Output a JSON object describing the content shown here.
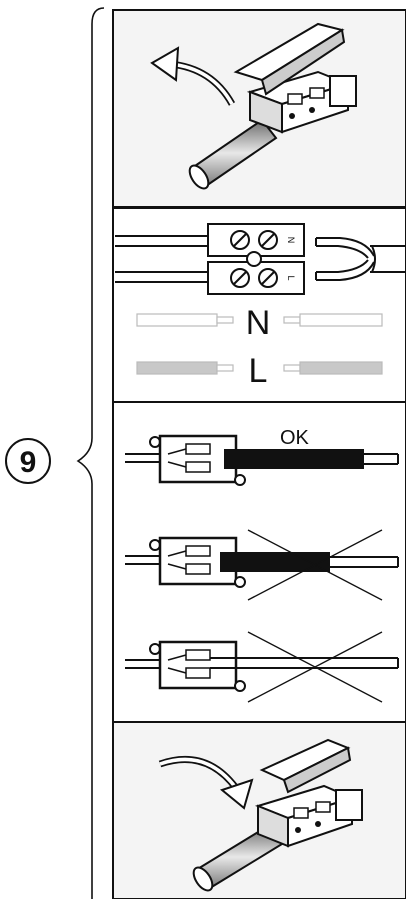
{
  "step": {
    "number": "9"
  },
  "panels": {
    "wiring": {
      "neutral_label": "N",
      "live_label": "L",
      "terminal_mark_top": "N",
      "terminal_mark_bottom": "L"
    },
    "strip_check": {
      "ok_label": "OK"
    }
  },
  "colors": {
    "line": "#111111",
    "panel_bg": "#f4f4f4",
    "neutral_wire": "#ffffff",
    "live_wire": "#c8c8c8",
    "cable": "#111111"
  }
}
